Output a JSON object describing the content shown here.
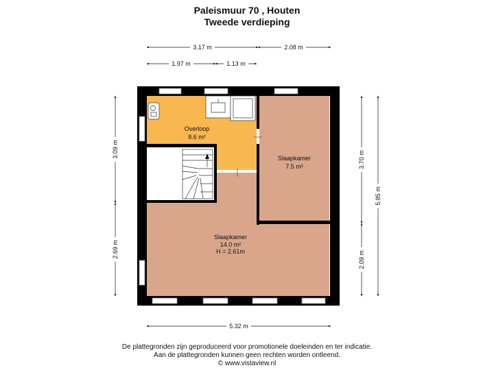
{
  "header": {
    "address": "Paleismuur 70 , Houten",
    "floor": "Tweede verdieping"
  },
  "dimensions": {
    "top_left": "3.17 m",
    "top_right": "2.08 m",
    "second_left": "1.97 m",
    "second_right": "1.13 m",
    "left_upper": "3.09 m",
    "left_lower": "2.69 m",
    "right_upper": "3.70 m",
    "right_lower": "2.09 m",
    "right_total": "5.85 m",
    "bottom": "5.32 m"
  },
  "rooms": {
    "overloop": {
      "name": "Overloop",
      "area": "8.6 m²"
    },
    "slaapkamer_small": {
      "name": "Slaapkamer",
      "area": "7.5 m²"
    },
    "slaapkamer_large": {
      "name": "Slaapkamer",
      "area": "14.0 m²",
      "height": "H = 2.61m"
    }
  },
  "footer": {
    "line1": "De plattegronden zijn geproduceerd voor promotionele doeleinden en ter indicatie.",
    "line2": "Aan de plattegronden kunnen geen rechten worden ontleend.",
    "line3": "© www.vistaview.nl"
  },
  "colors": {
    "overloop": "#f9b84f",
    "slaapkamer": "#d9a68b",
    "wall": "#000000"
  }
}
